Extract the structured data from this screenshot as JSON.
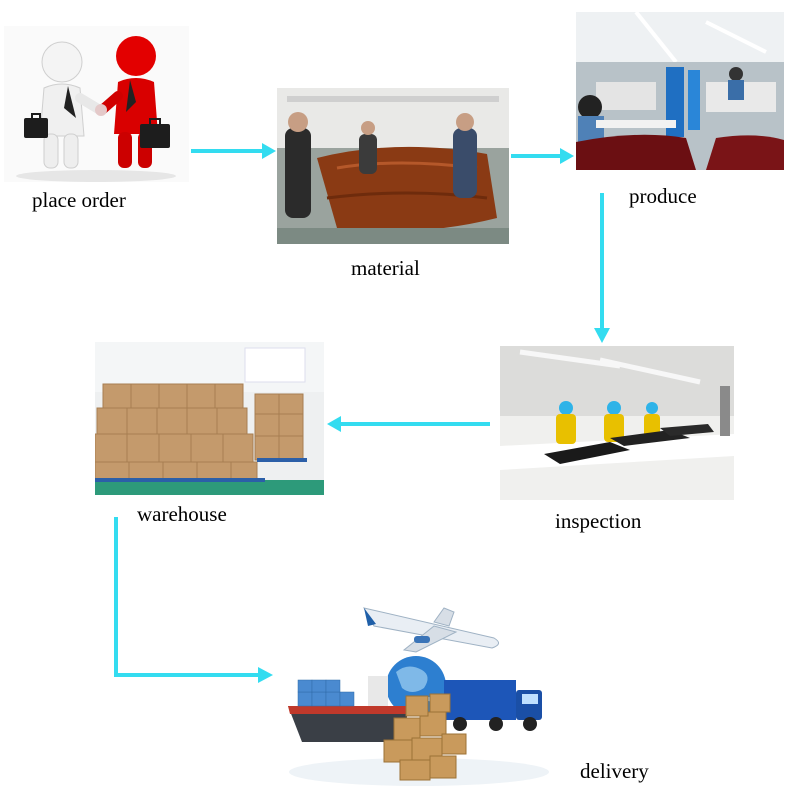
{
  "steps": {
    "place_order": {
      "label": "place order",
      "icon": "handshake-icon"
    },
    "material": {
      "label": "material",
      "icon": "leather-cutting-photo"
    },
    "produce": {
      "label": "produce",
      "icon": "sewing-factory-photo"
    },
    "inspection": {
      "label": "inspection",
      "icon": "quality-inspection-photo"
    },
    "warehouse": {
      "label": "warehouse",
      "icon": "boxes-pallet-photo"
    },
    "delivery": {
      "label": "delivery",
      "icon": "logistics-icon"
    }
  },
  "colors": {
    "arrow": "#33dcf0",
    "leather": "#8a3a14",
    "box": "#c49a6c",
    "person_red": "#e00000",
    "person_white": "#f2f2f2"
  }
}
